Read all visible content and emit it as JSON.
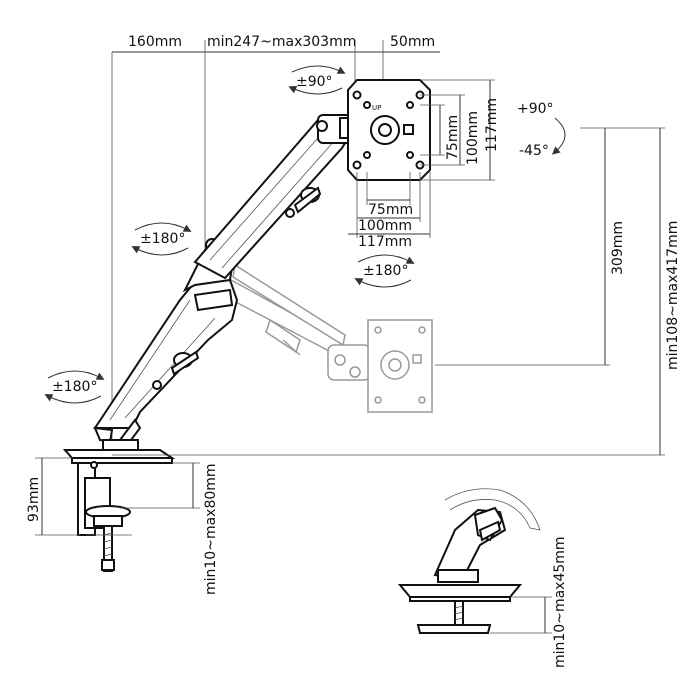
{
  "dimensions": {
    "top_left": "160mm",
    "top_mid": "min247~max303mm",
    "top_right": "50mm",
    "vesa_w_75": "75mm",
    "vesa_w_100": "100mm",
    "vesa_w_117": "117mm",
    "vesa_h_75": "75mm",
    "vesa_h_100": "100mm",
    "vesa_h_117": "117mm",
    "height_309": "309mm",
    "height_range": "min108~max417mm",
    "clamp_height": "93mm",
    "clamp_range": "min10~max80mm",
    "grommet_range": "min10~max45mm"
  },
  "rotations": {
    "tilt_up": "+90°",
    "tilt_down": "-45°",
    "rot_head": "±90°",
    "rot_upper": "±180°",
    "rot_mid": "±180°",
    "rot_base": "±180°"
  }
}
